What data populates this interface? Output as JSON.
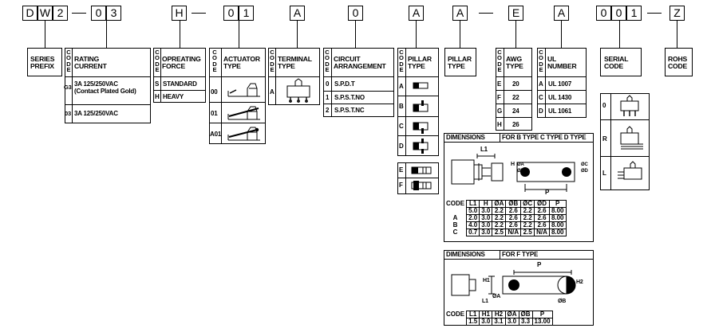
{
  "code_chars": [
    "D",
    "W",
    "2",
    "0",
    "3",
    "H",
    "0",
    "1",
    "A",
    "0",
    "A",
    "A",
    "E",
    "A",
    "0",
    "0",
    "1",
    "Z"
  ],
  "series_prefix": [
    "SERIES",
    "PREFIX"
  ],
  "code_vertical": "CODE",
  "rating": {
    "header": [
      "RATING",
      "CURRENT"
    ],
    "rows": [
      {
        "code": "G3",
        "value": [
          "3A 125/250VAC",
          "(Contact Plated Gold)"
        ]
      },
      {
        "code": "03",
        "value": [
          "3A 125/250VAC"
        ]
      }
    ]
  },
  "force": {
    "header": [
      "OPREATING",
      "FORCE"
    ],
    "rows": [
      {
        "code": "S",
        "value": "STANDARD"
      },
      {
        "code": "H",
        "value": "HEAVY"
      }
    ]
  },
  "actuator": {
    "header": [
      "ACTUATOR",
      "TYPE"
    ],
    "rows": [
      {
        "code": "00"
      },
      {
        "code": "01"
      },
      {
        "code": "A01"
      }
    ]
  },
  "terminal": {
    "header": [
      "TERMINAL",
      "TYPE"
    ],
    "rows": [
      {
        "code": "A"
      }
    ]
  },
  "circuit": {
    "header": [
      "CIRCUIT",
      "ARRANGEMENT"
    ],
    "rows": [
      {
        "code": "0",
        "value": "S.P.D.T"
      },
      {
        "code": "1",
        "value": "S.P.S.T.NO"
      },
      {
        "code": "2",
        "value": "S.P.S.T.NC"
      }
    ]
  },
  "pillar": {
    "header": [
      "PILLAR",
      "TYPE"
    ],
    "rows": [
      {
        "code": "A"
      },
      {
        "code": "B"
      },
      {
        "code": "C"
      },
      {
        "code": "D"
      }
    ],
    "rows2": [
      {
        "code": "E"
      },
      {
        "code": "F"
      }
    ]
  },
  "pillar2": {
    "header": [
      "PILLAR",
      "TYPE"
    ]
  },
  "awg": {
    "header": [
      "AWG",
      "TYPE"
    ],
    "rows": [
      {
        "code": "E",
        "value": "20"
      },
      {
        "code": "F",
        "value": "22"
      },
      {
        "code": "G",
        "value": "24"
      },
      {
        "code": "H",
        "value": "26"
      }
    ]
  },
  "ul": {
    "header": [
      "UL",
      "NUMBER"
    ],
    "rows": [
      {
        "code": "A",
        "value": "UL 1007"
      },
      {
        "code": "C",
        "value": "UL 1430"
      },
      {
        "code": "D",
        "value": "UL 1061"
      }
    ]
  },
  "serial": {
    "header": [
      "SERIAL",
      "CODE"
    ],
    "rows": [
      {
        "code": "0"
      },
      {
        "code": "R"
      },
      {
        "code": "L"
      }
    ]
  },
  "rohs": [
    "ROHS",
    "CODE"
  ],
  "dims1": {
    "title": "DIMENSIONS",
    "subtitle": "FOR B TYPE C TYPE D TYPE",
    "labels": {
      "l1": "L1",
      "h": "H",
      "p": "P",
      "oa": "ØA",
      "ob": "ØB",
      "oc": "ØC",
      "od": "ØD"
    },
    "columns": [
      "CODE",
      "L1",
      "H",
      "ØA",
      "ØB",
      "ØC",
      "ØD",
      "P"
    ],
    "rows": [
      [
        "",
        "5.0",
        "3.0",
        "2.2",
        "2.6",
        "2.2",
        "2.6",
        "8.00"
      ],
      [
        "A",
        "2.0",
        "3.0",
        "2.2",
        "2.6",
        "2.2",
        "2.6",
        "8.00"
      ],
      [
        "B",
        "4.0",
        "3.0",
        "2.2",
        "2.6",
        "2.2",
        "2.6",
        "8.00"
      ],
      [
        "C",
        "0.7",
        "3.0",
        "2.5",
        "N/A",
        "2.5",
        "N/A",
        "8.00"
      ]
    ]
  },
  "dims2": {
    "title": "DIMENSIONS",
    "subtitle": "FOR F TYPE",
    "labels": {
      "p": "P",
      "h1": "H1",
      "h2": "H2",
      "oa": "ØA",
      "ob": "ØB",
      "l1": "L1"
    },
    "columns": [
      "CODE",
      "L1",
      "H1",
      "H2",
      "ØA",
      "ØB",
      "P"
    ],
    "rows": [
      [
        "",
        "1.5",
        "3.0",
        "3.1",
        "3.0",
        "3.3",
        "13.00"
      ]
    ]
  }
}
